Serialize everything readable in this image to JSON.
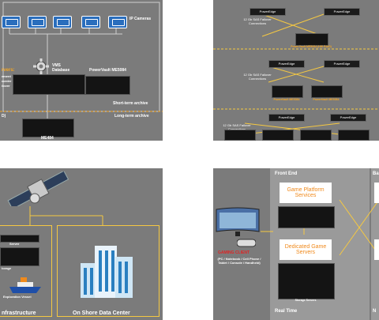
{
  "p1": {
    "cameras_label": "IP Cameras",
    "servers_label": "rvers:",
    "servers_sub": [
      "ement",
      "corder",
      "ilover"
    ],
    "vms_label": "VMS Database",
    "pv_label": "PowerVault ME5084",
    "short_term": "Short-term archive",
    "long_term": "Long-term archive",
    "d_label": "D)",
    "me_label": "ME484"
  },
  "p2": {
    "powerEdge": "PowerEdge",
    "sas_note": "12 Gb SAS Failover Connections",
    "ha_raid": "PowerVault ME5084 (HW RAID)",
    "me": "PowerVault ME5084"
  },
  "p3": {
    "server_label": "Server",
    "storage_label": "torage",
    "vessel_label": "Exploration Vessel",
    "left_title": "nfrastructure",
    "right_title": "On Shore Data Center"
  },
  "p4": {
    "front_end": "Front End",
    "back_end": "Ba",
    "gps": "Game Platform Services",
    "dgs": "Dedicated Game Servers",
    "gaming_client": "GAMING CLIENT",
    "gc_sub": "(PC / Notebook / Cell Phone / Tablet / Console / Handheld)",
    "real_time": "Real Time",
    "n_label": "N",
    "storage_servers": "Storage Servers"
  },
  "colors": {
    "panel": "#7b7b7b",
    "accent": "#f5a623",
    "camera": "#2a6ebd",
    "server": "#141414"
  }
}
